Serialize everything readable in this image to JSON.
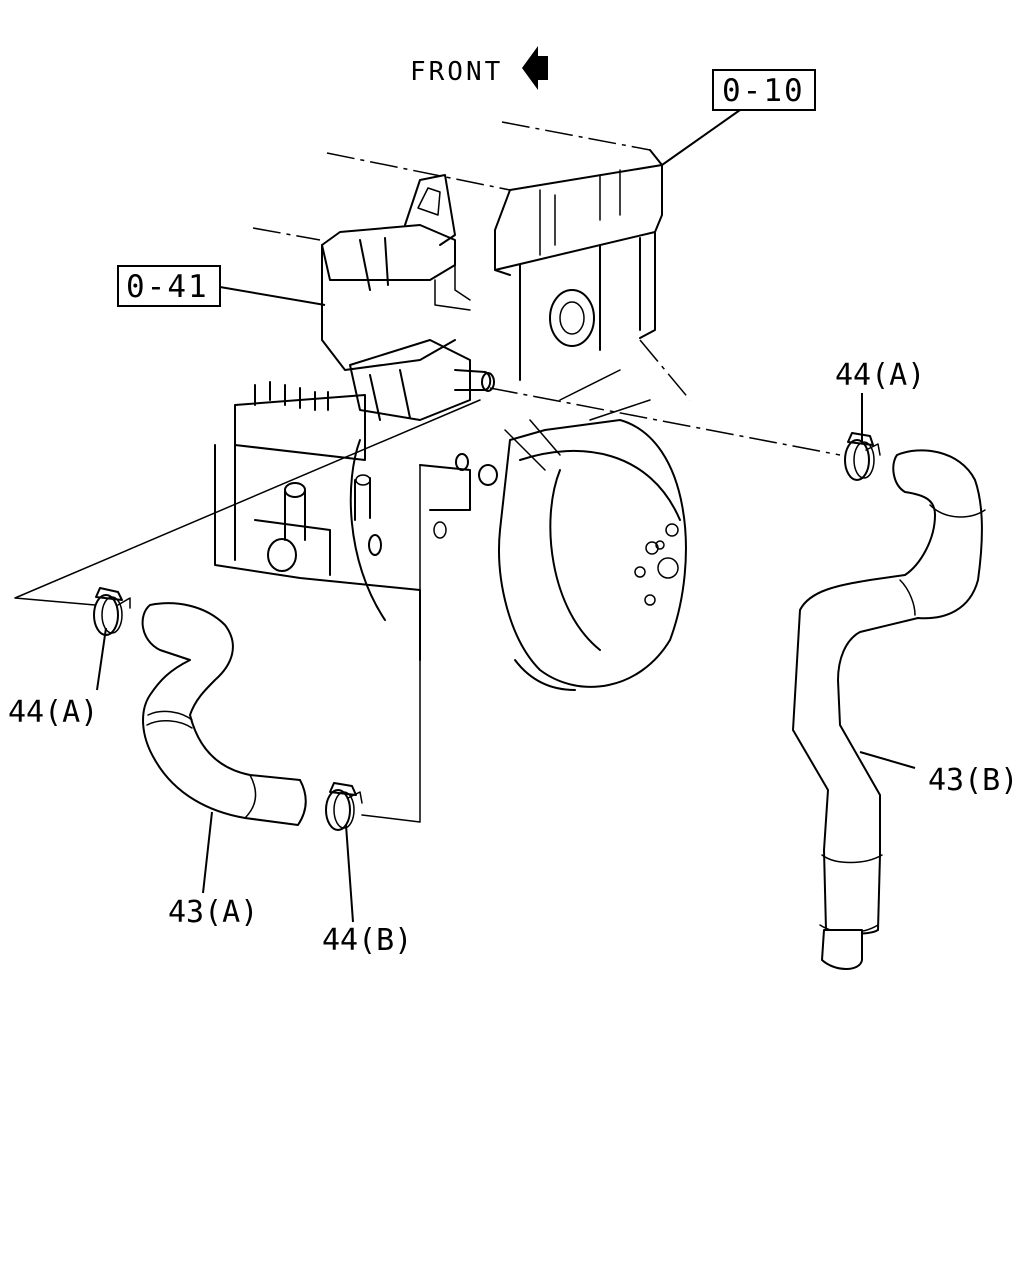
{
  "header": {
    "direction_label": "FRONT",
    "direction_icon": "arrow-left-icon"
  },
  "references": [
    {
      "id": "ref-engine",
      "text": "0-10"
    },
    {
      "id": "ref-bracket",
      "text": "0-41"
    }
  ],
  "callouts": {
    "hose_a": "43(A)",
    "hose_b": "43(B)",
    "clamp_a_left": "44(A)",
    "clamp_a_right": "44(A)",
    "clamp_b": "44(B)"
  }
}
